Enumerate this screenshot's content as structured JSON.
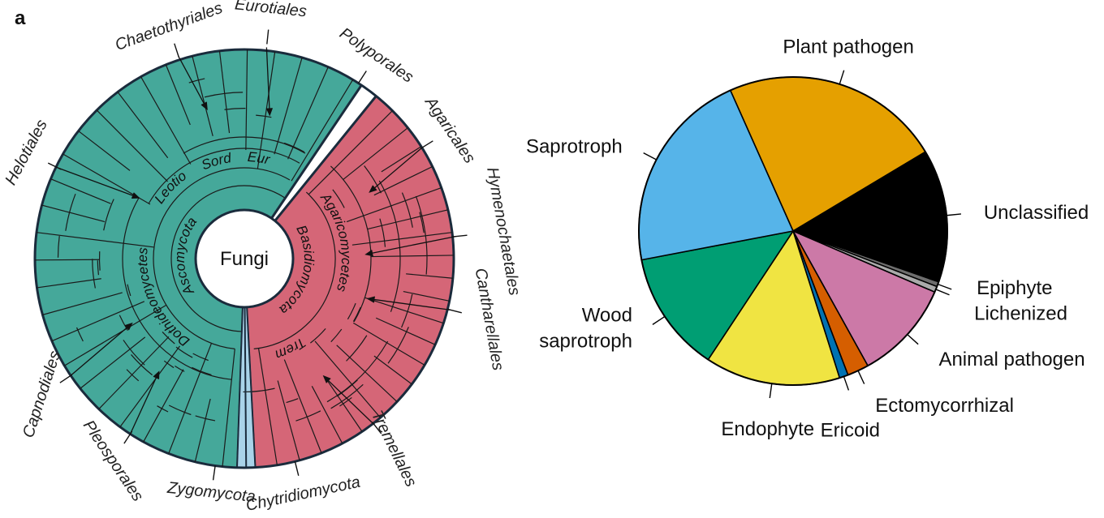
{
  "panel_letter": "a",
  "tree": {
    "center_label": "Fungi",
    "colors": {
      "ascomycota": "#45a89a",
      "basidiomycota": "#d56677",
      "minor": "#a9d3e9",
      "outline": "#1a2b3c"
    },
    "phyla": [
      "Ascomycota",
      "Basidiomycota"
    ],
    "classes": [
      "Dothideomycetes",
      "Leotio",
      "Sord",
      "Eur",
      "Agaricomycetes",
      "Trem"
    ],
    "orders": [
      "Eurotiales",
      "Chaetothyriales",
      "Helotiales",
      "Capnodiales",
      "Pleosporales",
      "Zygomycota",
      "Chytridiomycota",
      "Tremellales",
      "Cantharellales",
      "Hymenochaetales",
      "Agaricales",
      "Polyporales"
    ]
  },
  "chart_data": {
    "type": "pie",
    "labels": [
      "Plant pathogen",
      "Unclassified",
      "Epiphyte",
      "Lichenized",
      "Animal pathogen",
      "Ectomycorrhizal",
      "Ericoid",
      "Endophyte",
      "Wood saprotroph",
      "Saprotroph"
    ],
    "label_lines": [
      [
        "Plant pathogen"
      ],
      [
        "Unclassified"
      ],
      [
        "Epiphyte"
      ],
      [
        "Lichenized"
      ],
      [
        "Animal pathogen"
      ],
      [
        "Ectomycorrhizal"
      ],
      [
        "Ericoid"
      ],
      [
        "Endophyte"
      ],
      [
        "Wood",
        "saprotroph"
      ],
      [
        "Saprotroph"
      ]
    ],
    "values": [
      22.5,
      13.6,
      0.5,
      0.6,
      10.2,
      2.2,
      0.9,
      13.8,
      12.4,
      20.8
    ],
    "colors": [
      "#e5a000",
      "#000000",
      "#6e6e6e",
      "#aaaaaa",
      "#cc79a7",
      "#d55e00",
      "#0072b2",
      "#f0e442",
      "#009e73",
      "#56b4e9"
    ],
    "unit": "percent"
  }
}
